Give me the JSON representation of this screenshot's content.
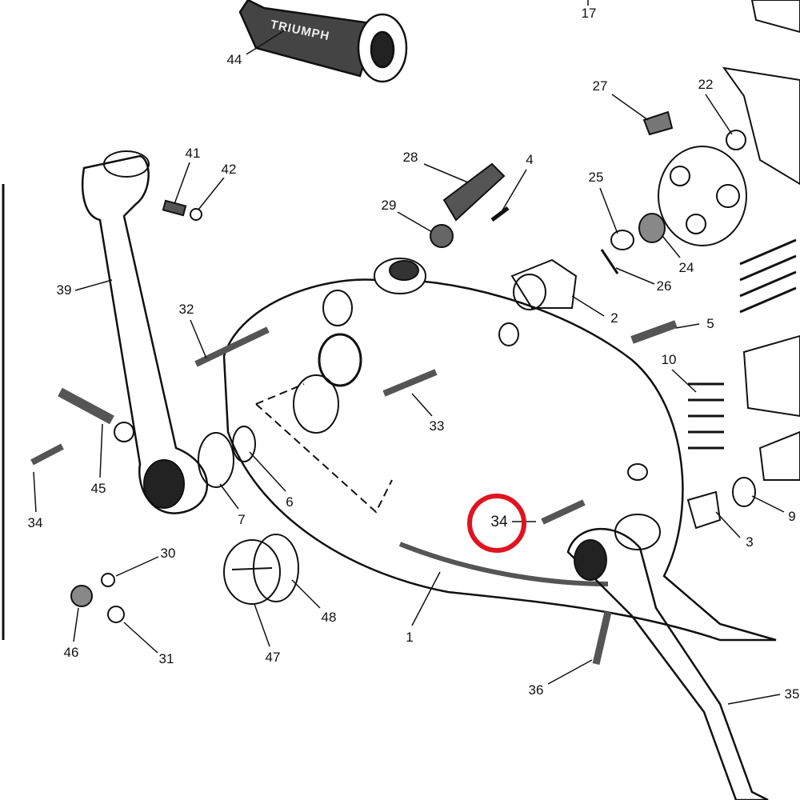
{
  "diagram": {
    "title": "",
    "highlight_color": "#e0141e",
    "part_labels": [
      "17",
      "44",
      "27",
      "22",
      "41",
      "42",
      "28",
      "4",
      "25",
      "29",
      "24",
      "26",
      "39",
      "32",
      "2",
      "5",
      "10",
      "33",
      "45",
      "34",
      "7",
      "6",
      "34",
      "9",
      "3",
      "30",
      "48",
      "46",
      "31",
      "47",
      "1",
      "36",
      "35"
    ],
    "highlighted_label": "34",
    "grip_text": "TRIUMPH"
  }
}
